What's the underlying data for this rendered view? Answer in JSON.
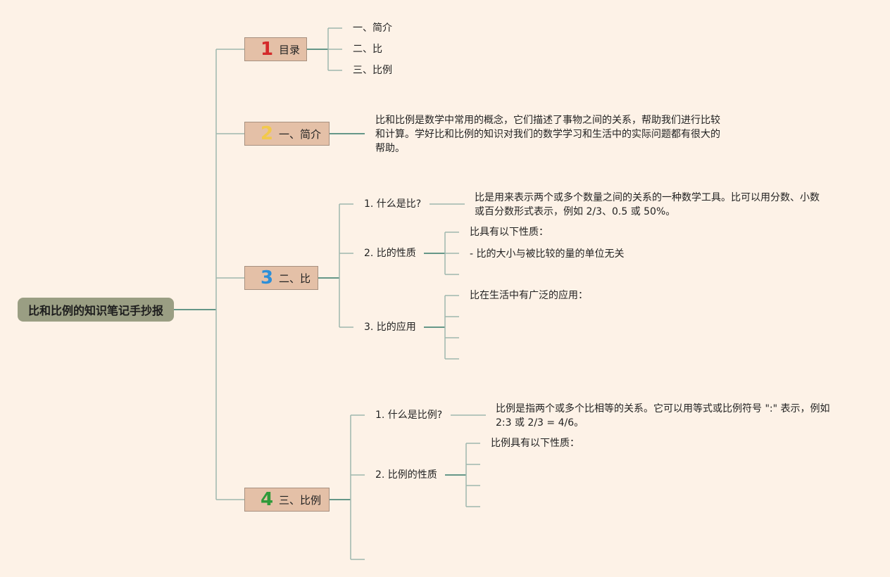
{
  "root": {
    "label": "比和比例的知识笔记手抄报"
  },
  "branches": [
    {
      "num": "1",
      "num_color": "#d42a2a",
      "label": "目录",
      "items": [
        "一、简介",
        "二、比",
        "三、比例"
      ]
    },
    {
      "num": "2",
      "num_color": "#f2c94c",
      "label": "一、简介",
      "paragraph": "比和比例是数学中常用的概念，它们描述了事物之间的关系，帮助我们进行比较和计算。学好比和比例的知识对我们的数学学习和生活中的实际问题都有很大的帮助。"
    },
    {
      "num": "3",
      "num_color": "#2d8fd8",
      "label": "二、比",
      "subs": [
        {
          "label": "1. 什么是比?",
          "detail": "比是用来表示两个或多个数量之间的关系的一种数学工具。比可以用分数、小数或百分数形式表示，例如 2/3、0.5 或 50%。"
        },
        {
          "label": "2. 比的性质",
          "points": [
            "比具有以下性质：",
            "- 比的大小与被比较的量的单位无关"
          ]
        },
        {
          "label": "3. 比的应用",
          "points": [
            "比在生活中有广泛的应用："
          ]
        }
      ]
    },
    {
      "num": "4",
      "num_color": "#2f9a3a",
      "label": "三、比例",
      "subs": [
        {
          "label": "1. 什么是比例?",
          "detail": "比例是指两个或多个比相等的关系。它可以用等式或比例符号 \":\" 表示，例如 2:3 或 2/3 = 4/6。"
        },
        {
          "label": "2. 比例的性质",
          "points": [
            "比例具有以下性质："
          ]
        }
      ]
    }
  ]
}
